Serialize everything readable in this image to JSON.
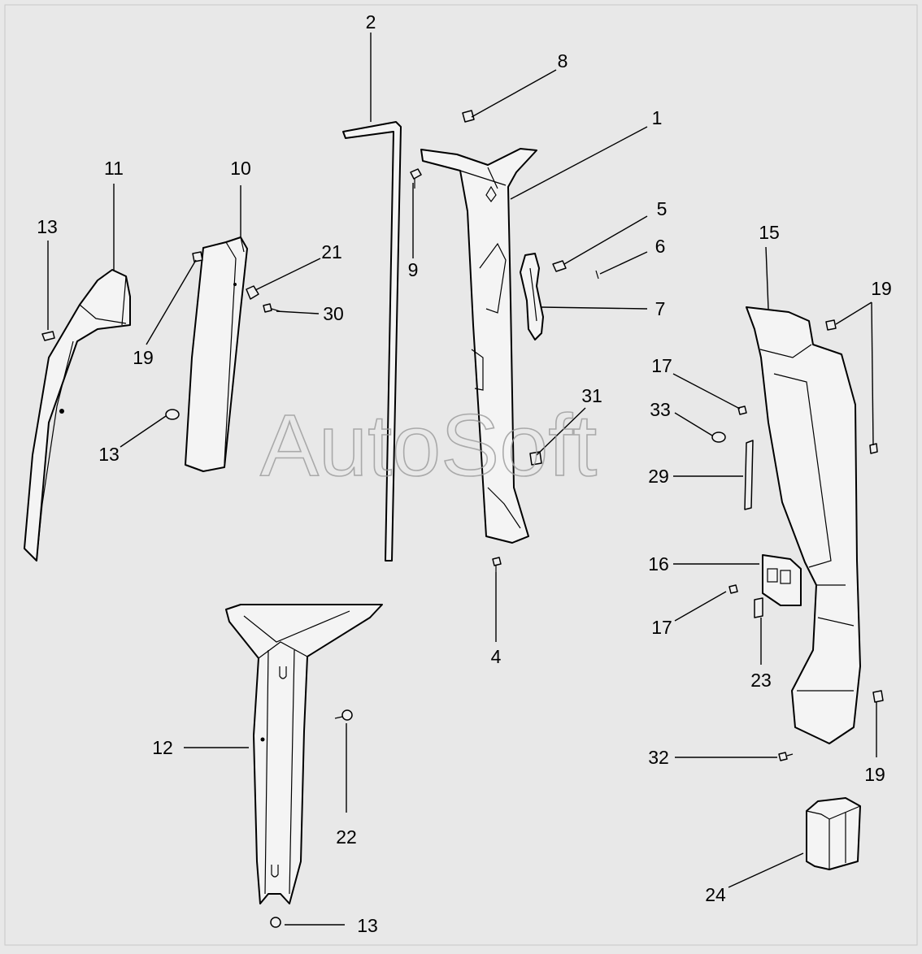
{
  "watermark": "AutoSoft",
  "labels": [
    {
      "text": "2"
    },
    {
      "text": "8"
    },
    {
      "text": "1"
    },
    {
      "text": "11"
    },
    {
      "text": "10"
    },
    {
      "text": "13"
    },
    {
      "text": "21"
    },
    {
      "text": "9"
    },
    {
      "text": "5"
    },
    {
      "text": "6"
    },
    {
      "text": "7"
    },
    {
      "text": "30"
    },
    {
      "text": "19"
    },
    {
      "text": "15"
    },
    {
      "text": "19"
    },
    {
      "text": "17"
    },
    {
      "text": "31"
    },
    {
      "text": "33"
    },
    {
      "text": "13"
    },
    {
      "text": "29"
    },
    {
      "text": "16"
    },
    {
      "text": "17"
    },
    {
      "text": "4"
    },
    {
      "text": "23"
    },
    {
      "text": "12"
    },
    {
      "text": "22"
    },
    {
      "text": "32"
    },
    {
      "text": "19"
    },
    {
      "text": "24"
    },
    {
      "text": "13"
    }
  ]
}
